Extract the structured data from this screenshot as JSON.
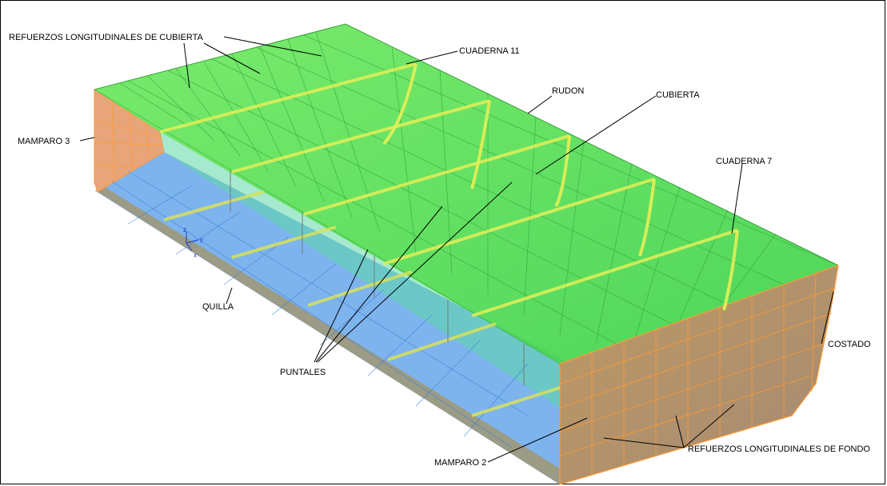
{
  "labels": {
    "refuerzos_cubierta": "REFUERZOS LONGITUDINALES DE CUBIERTA",
    "cuaderna_11": "CUADERNA 11",
    "rudon": "RUDON",
    "cubierta": "CUBIERTA",
    "mamparo_3": "MAMPARO 3",
    "cuaderna_7": "CUADERNA 7",
    "quilla": "QUILLA",
    "costado": "COSTADO",
    "puntales": "PUNTALES",
    "mamparo_2": "MAMPARO 2",
    "refuerzos_fondo": "REFUERZOS LONGITUDINALES DE FONDO"
  },
  "axes_triad": {
    "z": "z",
    "y": "y",
    "x": "x"
  },
  "colors": {
    "deck_green": "#5fe35a",
    "bottom_blue": "#7fb3ec",
    "bulkhead_orange": "#e6a37a",
    "mesh_orange": "#ff9a33",
    "keel_gray": "#9a9a8a",
    "stiffener_yellow": "#e8f060"
  }
}
